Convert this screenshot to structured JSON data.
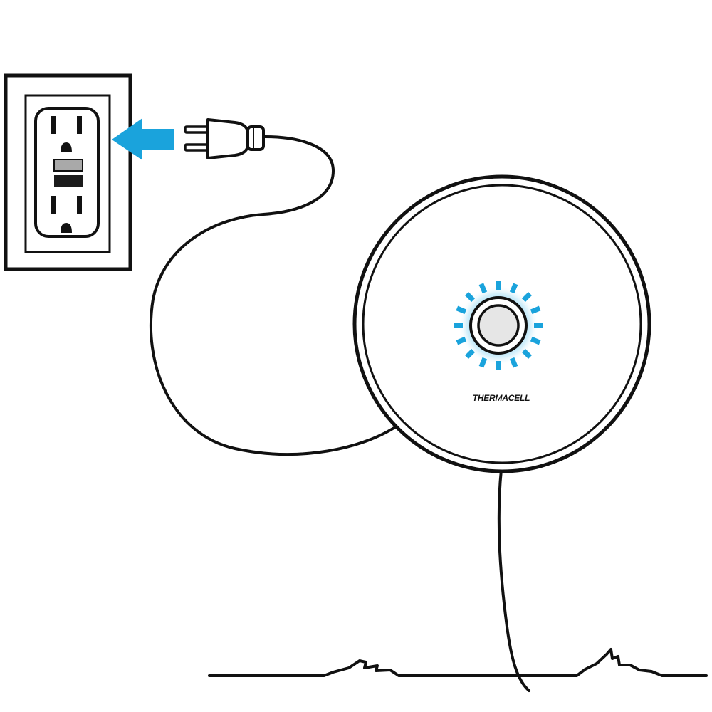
{
  "brand": {
    "name": "THERMACELL"
  },
  "colors": {
    "line": "#111111",
    "accent_blue": "#1aa3dc",
    "glow_blue": "#7fd0f2",
    "button_fill": "#e6e6e6",
    "test_button": "#a9a9a9",
    "reset_button": "#1b1b1b",
    "background": "#ffffff"
  },
  "icons": {
    "outlet": "gfci-wall-outlet-icon",
    "arrow": "insert-arrow-icon",
    "plug": "power-plug-icon",
    "device": "thermacell-device",
    "indicator": "power-light-indicator"
  },
  "indicator": {
    "state": "on",
    "ray_count": 16
  }
}
